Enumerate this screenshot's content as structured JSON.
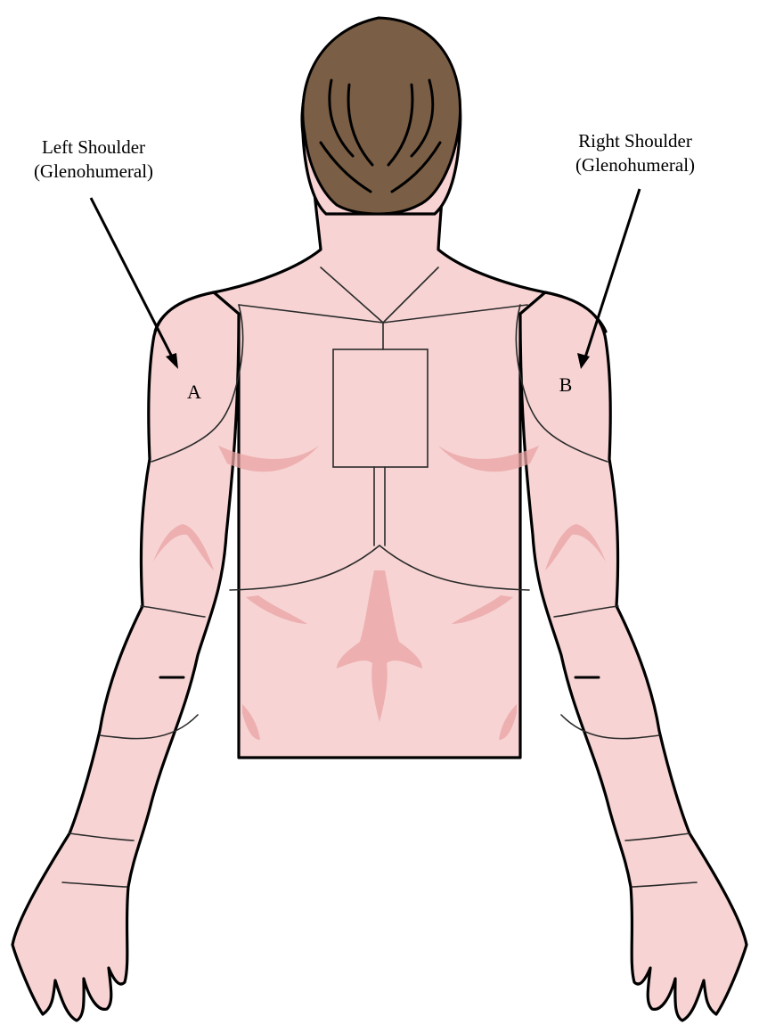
{
  "figure": {
    "label_left": {
      "line1": "Left Shoulder",
      "line2": "(Glenohumeral)",
      "marker": "A"
    },
    "label_right": {
      "line1": "Right Shoulder",
      "line2": "(Glenohumeral)",
      "marker": "B"
    },
    "colors": {
      "skin": "#f7d3d3",
      "muscle_shading": "#eaa3a3",
      "hair": "#7a5e45",
      "outline": "#000000",
      "background": "#ffffff"
    }
  }
}
